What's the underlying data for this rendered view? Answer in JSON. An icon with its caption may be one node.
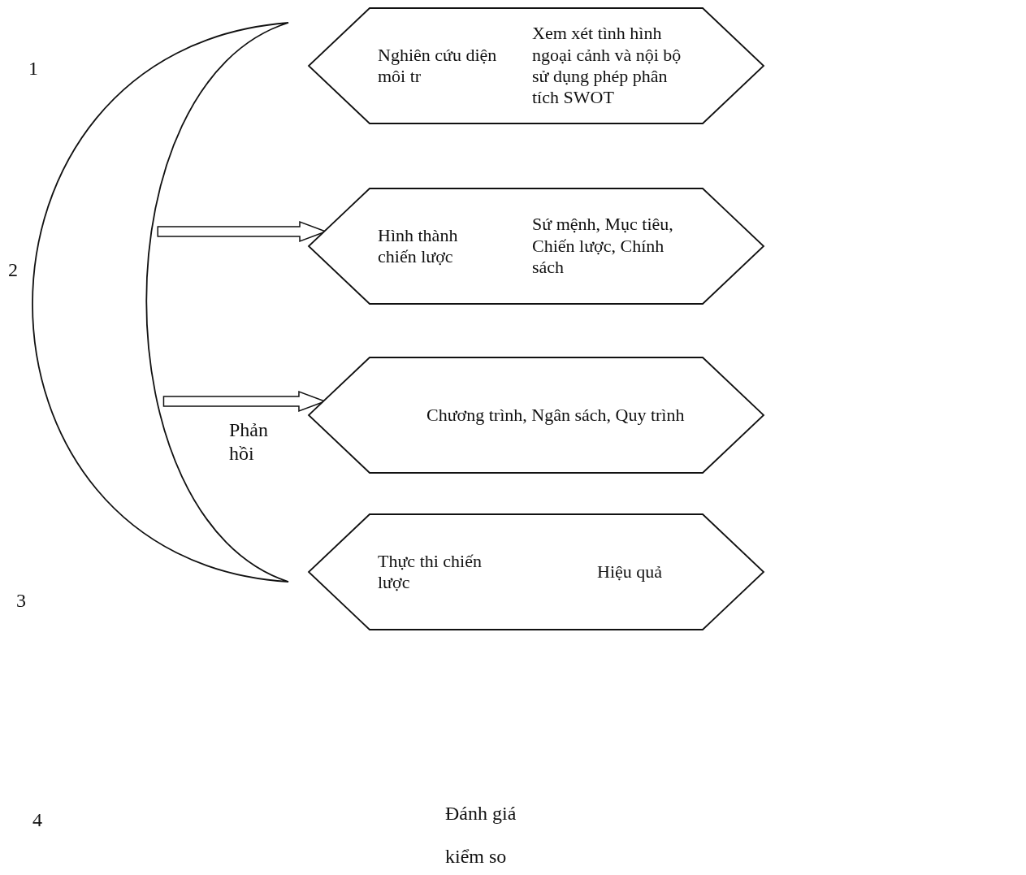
{
  "diagram": {
    "nodes": [
      {
        "text": [],
        "shape": "crescent"
      },
      {
        "text": [
          "Nghiên cứu diện môi tr",
          "Xem xét tình hình ngoại cảnh và nội bộ sử dụng phép phân tích SWOT"
        ]
      },
      {
        "text": [
          "Hình thành chiến lược",
          "Sứ mệnh, Mục tiêu, Chiến lược, Chính sách"
        ]
      },
      {
        "text": [
          "Chương trình, Ngân sách, Quy trình"
        ]
      },
      {
        "text": [
          "Thực thi chiến lược",
          "Hiệu quả"
        ]
      }
    ],
    "edges": [
      {
        "from": 0,
        "to": 2,
        "arrow": "to"
      },
      {
        "from": 0,
        "to": 3,
        "arrow": "to"
      }
    ],
    "labels": [
      "1",
      "2",
      "Phản hồi",
      "3",
      "4",
      "Đánh giá kiểm so"
    ]
  }
}
